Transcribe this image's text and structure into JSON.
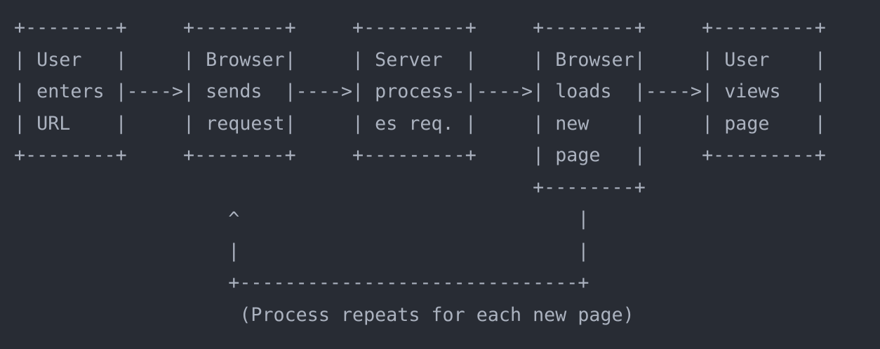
{
  "diagram": {
    "lines": [
      "+--------+     +--------+     +---------+     +--------+     +---------+",
      "| User   |     | Browser|     | Server  |     | Browser|     | User    |",
      "| enters |---->| sends  |---->| process-|---->| loads  |---->| views   |",
      "| URL    |     | request|     | es req. |     | new    |     | page    |",
      "+--------+     +--------+     +---------+     | page   |     +---------+",
      "                                              +--------+",
      "                   ^                              |",
      "                   |                              |",
      "                   +------------------------------+",
      "                    (Process repeats for each new page)"
    ]
  }
}
